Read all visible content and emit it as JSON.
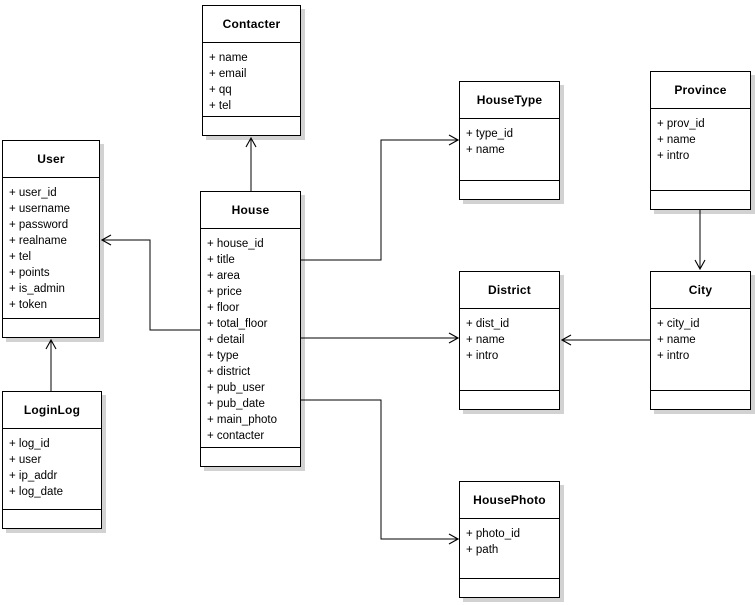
{
  "diagram": {
    "type": "uml-class-diagram",
    "colors": {
      "background": "#ffffff",
      "box_fill": "#ffffff",
      "line": "#000000",
      "shadow": "#d2d2d2"
    }
  },
  "entities": {
    "contacter": {
      "name": "Contacter",
      "attributes": [
        "+ name",
        "+ email",
        "+ qq",
        "+ tel"
      ]
    },
    "user": {
      "name": "User",
      "attributes": [
        "+ user_id",
        "+ username",
        "+ password",
        "+ realname",
        "+ tel",
        "+ points",
        "+ is_admin",
        "+ token"
      ]
    },
    "loginlog": {
      "name": "LoginLog",
      "attributes": [
        "+ log_id",
        "+ user",
        "+ ip_addr",
        "+ log_date"
      ]
    },
    "house": {
      "name": "House",
      "attributes": [
        "+ house_id",
        "+ title",
        "+ area",
        "+ price",
        "+ floor",
        "+ total_floor",
        "+ detail",
        "+ type",
        "+ district",
        "+ pub_user",
        "+ pub_date",
        "+ main_photo",
        "+ contacter"
      ]
    },
    "housetype": {
      "name": "HouseType",
      "attributes": [
        "+ type_id",
        "+ name"
      ]
    },
    "province": {
      "name": "Province",
      "attributes": [
        "+ prov_id",
        "+ name",
        "+ intro"
      ]
    },
    "district": {
      "name": "District",
      "attributes": [
        "+ dist_id",
        "+ name",
        "+ intro"
      ]
    },
    "city": {
      "name": "City",
      "attributes": [
        "+ city_id",
        "+ name",
        "+ intro"
      ]
    },
    "housephoto": {
      "name": "HousePhoto",
      "attributes": [
        "+ photo_id",
        "+ path"
      ]
    }
  },
  "relationships": [
    {
      "from": "House",
      "to": "Contacter"
    },
    {
      "from": "House",
      "to": "User"
    },
    {
      "from": "LoginLog",
      "to": "User"
    },
    {
      "from": "House",
      "to": "HouseType"
    },
    {
      "from": "House",
      "to": "District"
    },
    {
      "from": "House",
      "to": "HousePhoto"
    },
    {
      "from": "Province",
      "to": "City"
    },
    {
      "from": "City",
      "to": "District"
    }
  ]
}
